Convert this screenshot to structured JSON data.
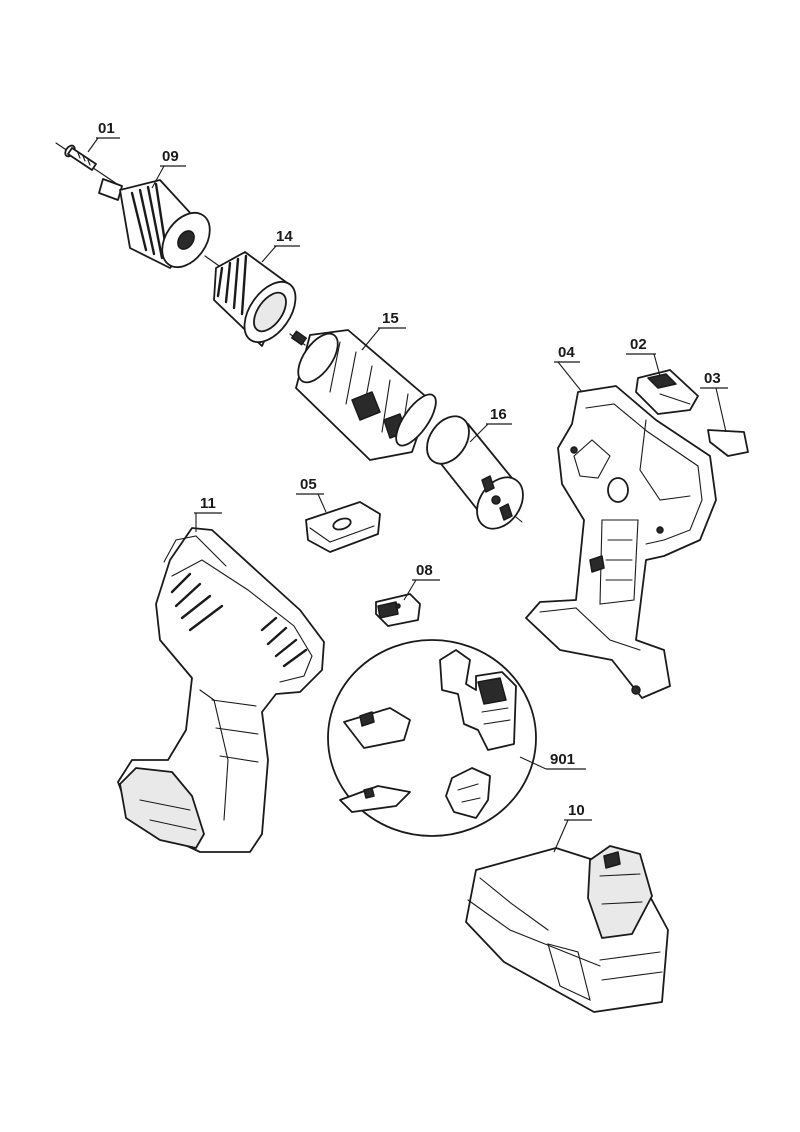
{
  "diagram": {
    "part_labels": [
      "01",
      "09",
      "14",
      "15",
      "16",
      "04",
      "02",
      "03",
      "05",
      "11",
      "08",
      "901",
      "10"
    ]
  }
}
